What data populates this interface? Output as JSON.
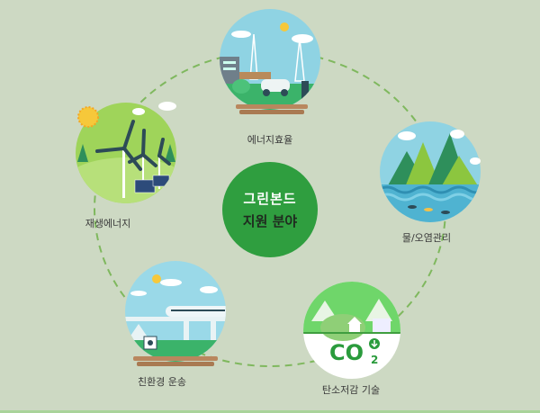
{
  "center": {
    "line1": "그린본드",
    "line2": "지원 분야",
    "color": "#2f9e3f"
  },
  "nodes": [
    {
      "id": "energy-efficiency",
      "label": "에너지효율",
      "icon": "city-electric-car-icon"
    },
    {
      "id": "water-pollution",
      "label": "물/오염관리",
      "icon": "mountains-water-icon"
    },
    {
      "id": "carbon-reduction",
      "label": "탄소저감 기술",
      "icon": "co2-reduction-icon"
    },
    {
      "id": "eco-transport",
      "label": "친환경 운송",
      "icon": "train-icon"
    },
    {
      "id": "renewable-energy",
      "label": "재생에너지",
      "icon": "wind-solar-icon"
    }
  ],
  "colors": {
    "background": "#cdd9c3",
    "connector": "#7fb85e"
  }
}
